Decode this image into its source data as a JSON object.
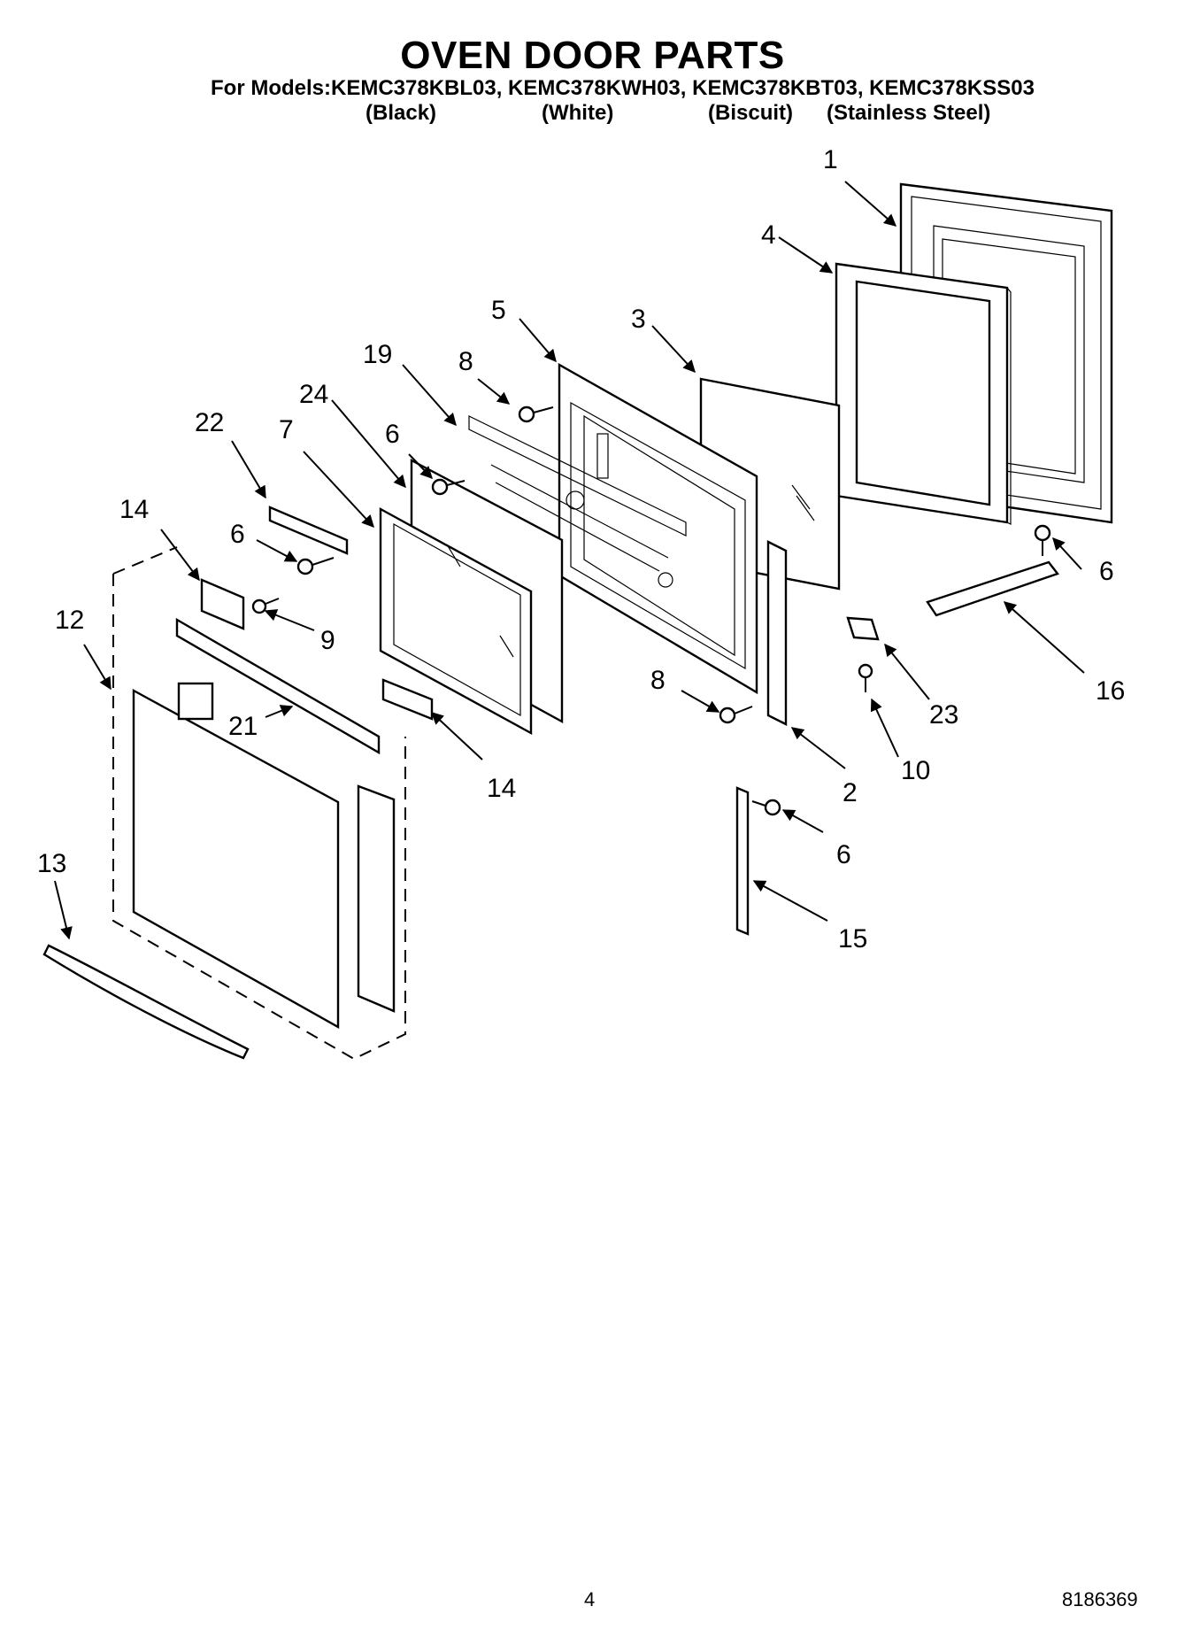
{
  "header": {
    "title": "OVEN DOOR PARTS",
    "models_line": "For Models:KEMC378KBL03, KEMC378KWH03, KEMC378KBT03, KEMC378KSS03",
    "finishes": [
      "(Black)",
      "(White)",
      "(Biscuit)",
      "(Stainless Steel)"
    ]
  },
  "callouts": [
    "1",
    "4",
    "5",
    "3",
    "19",
    "8",
    "24",
    "22",
    "7",
    "6",
    "14",
    "6",
    "9",
    "12",
    "21",
    "14",
    "8",
    "2",
    "23",
    "10",
    "16",
    "6",
    "6",
    "15",
    "13"
  ],
  "footer": {
    "page": "4",
    "doc_number": "8186369"
  }
}
